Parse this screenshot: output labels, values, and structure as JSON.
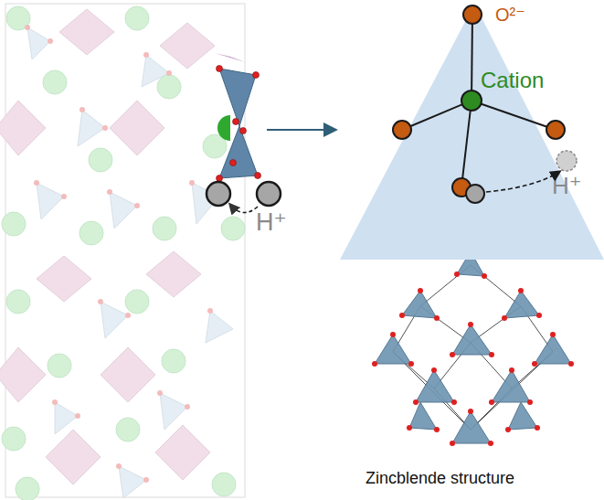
{
  "diagram": {
    "nodes": [
      {
        "text": [
          "O²⁻",
          "Cation",
          "H⁺"
        ]
      }
    ],
    "labels": [
      "H⁺",
      "Zincblende structure"
    ]
  }
}
